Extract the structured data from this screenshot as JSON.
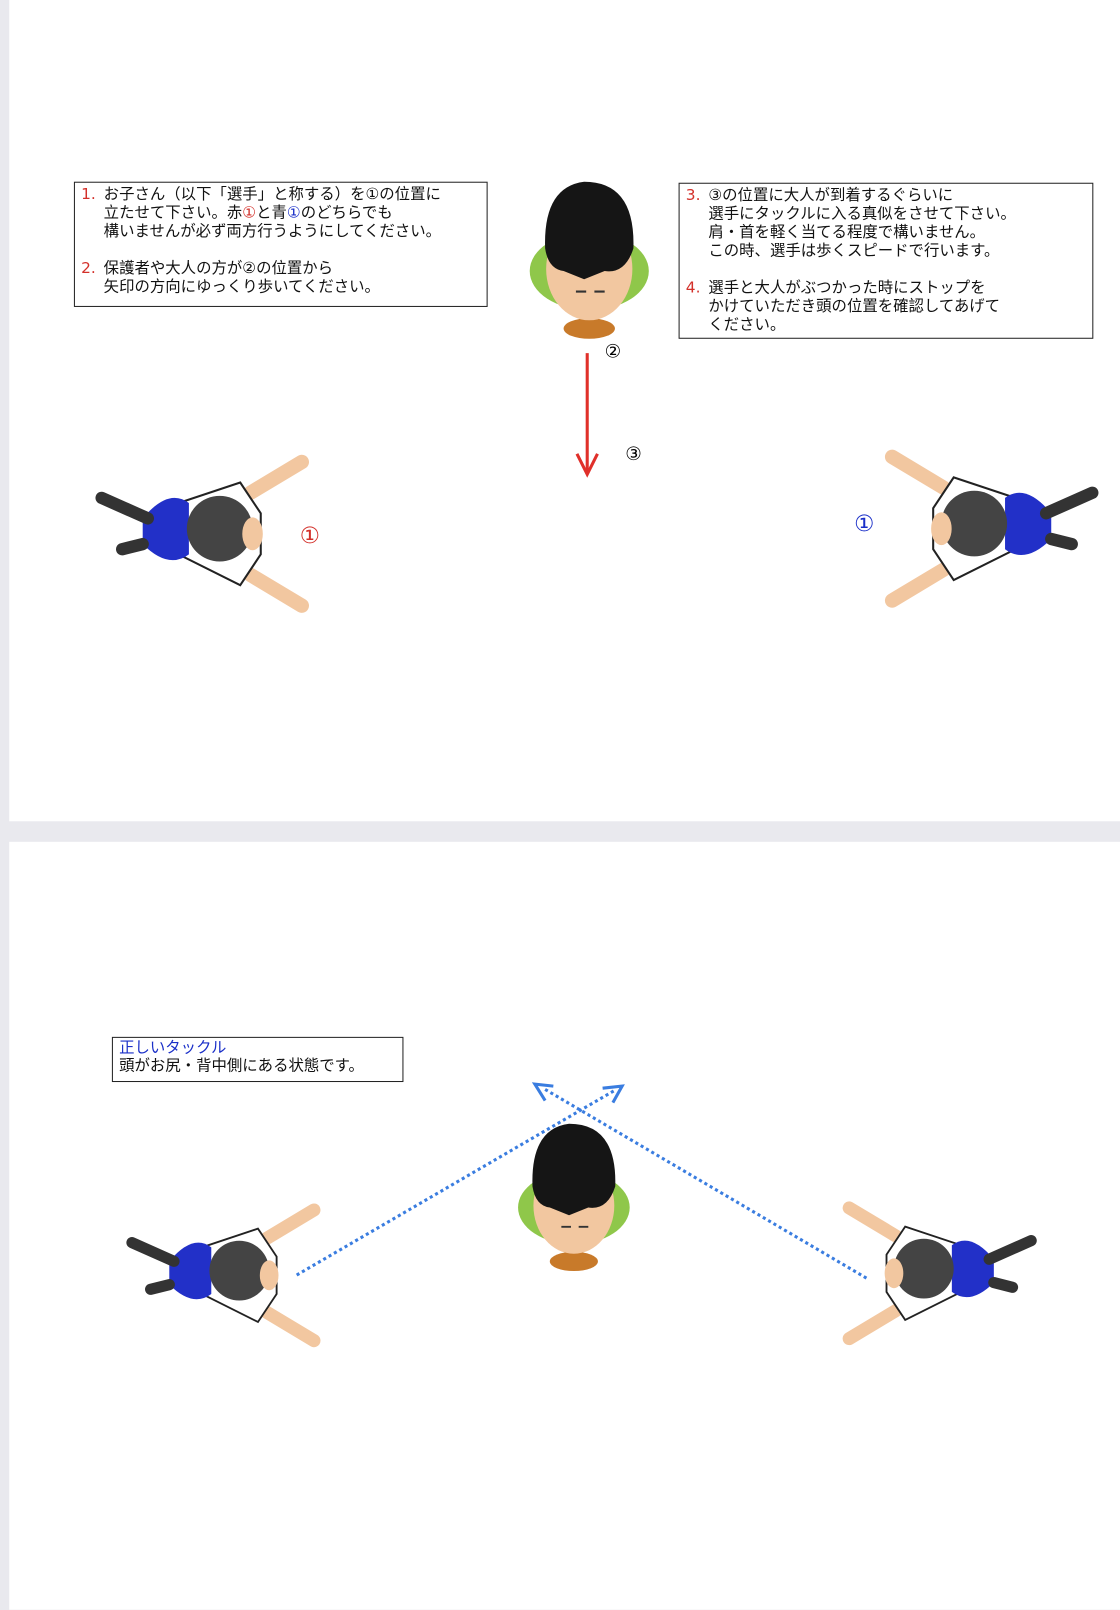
{
  "step1": {
    "num": "1.",
    "line1": "お子さん（以下「選手」と称する）を①の位置に",
    "line2a": "立たせて下さい。赤",
    "red_marker": "①",
    "line2b": "と青",
    "blue_marker": "①",
    "line2c": "のどちらでも",
    "line3": "構いませんが必ず両方行うようにしてください。"
  },
  "step2": {
    "num": "2.",
    "line1": "保護者や大人の方が②の位置から",
    "line2": "矢印の方向にゆっくり歩いてください。"
  },
  "step3": {
    "num": "3.",
    "line1": "③の位置に大人が到着するぐらいに",
    "line2": "選手にタックルに入る真似をさせて下さい。",
    "line3": "肩・首を軽く当てる程度で構いません。",
    "line4": "この時、選手は歩くスピードで行います。"
  },
  "step4": {
    "num": "4.",
    "line1": "選手と大人がぶつかった時にストップを",
    "line2": "かけていただき頭の位置を確認してあげて",
    "line3": "ください。"
  },
  "markers": {
    "adult_start": "②",
    "adult_end": "③",
    "player_red": "①",
    "player_blue": "①"
  },
  "correct_tackle": {
    "title": "正しいタックル",
    "desc": "頭がお尻・背中側にある状態です。"
  },
  "colors": {
    "red": "#d3302a",
    "blue": "#1a2fc8",
    "dotted": "#3a7de0"
  }
}
